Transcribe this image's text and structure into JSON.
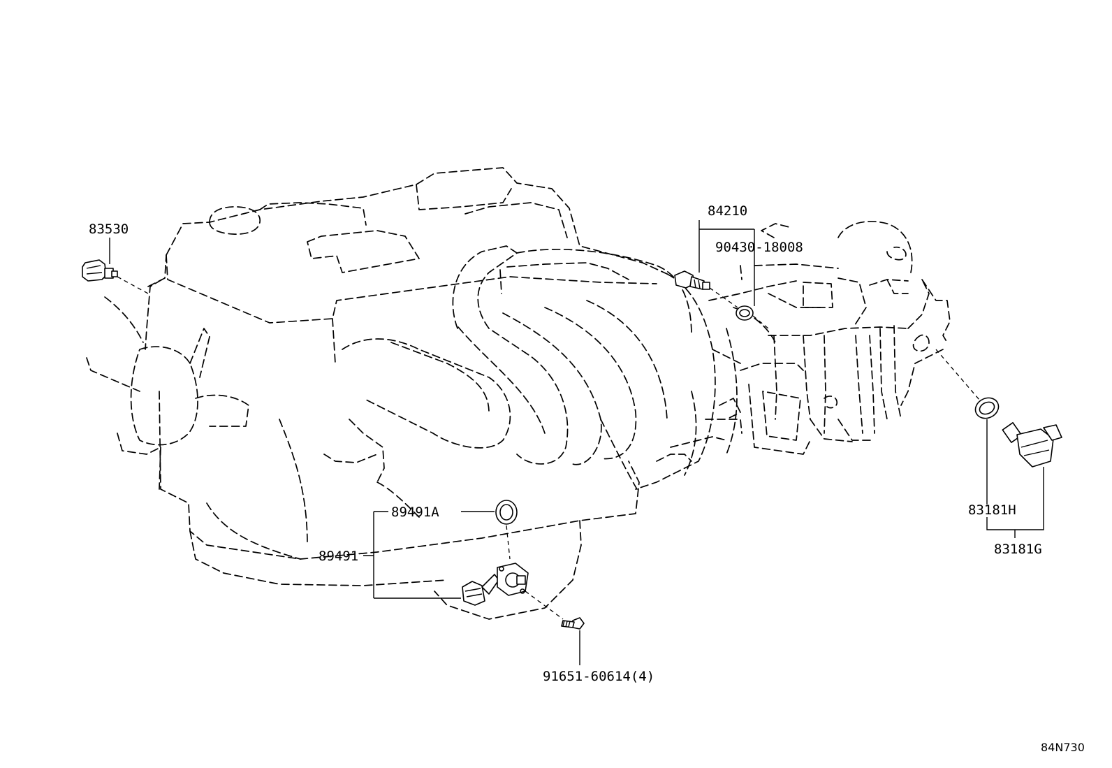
{
  "diagram_code": "84N730",
  "parts": {
    "p83530": "83530",
    "p84210": "84210",
    "p90430": "90430-18008",
    "p89491a": "89491A",
    "p89491": "89491",
    "p91651": "91651-60614(4)",
    "p83181h": "83181H",
    "p83181g": "83181G"
  }
}
